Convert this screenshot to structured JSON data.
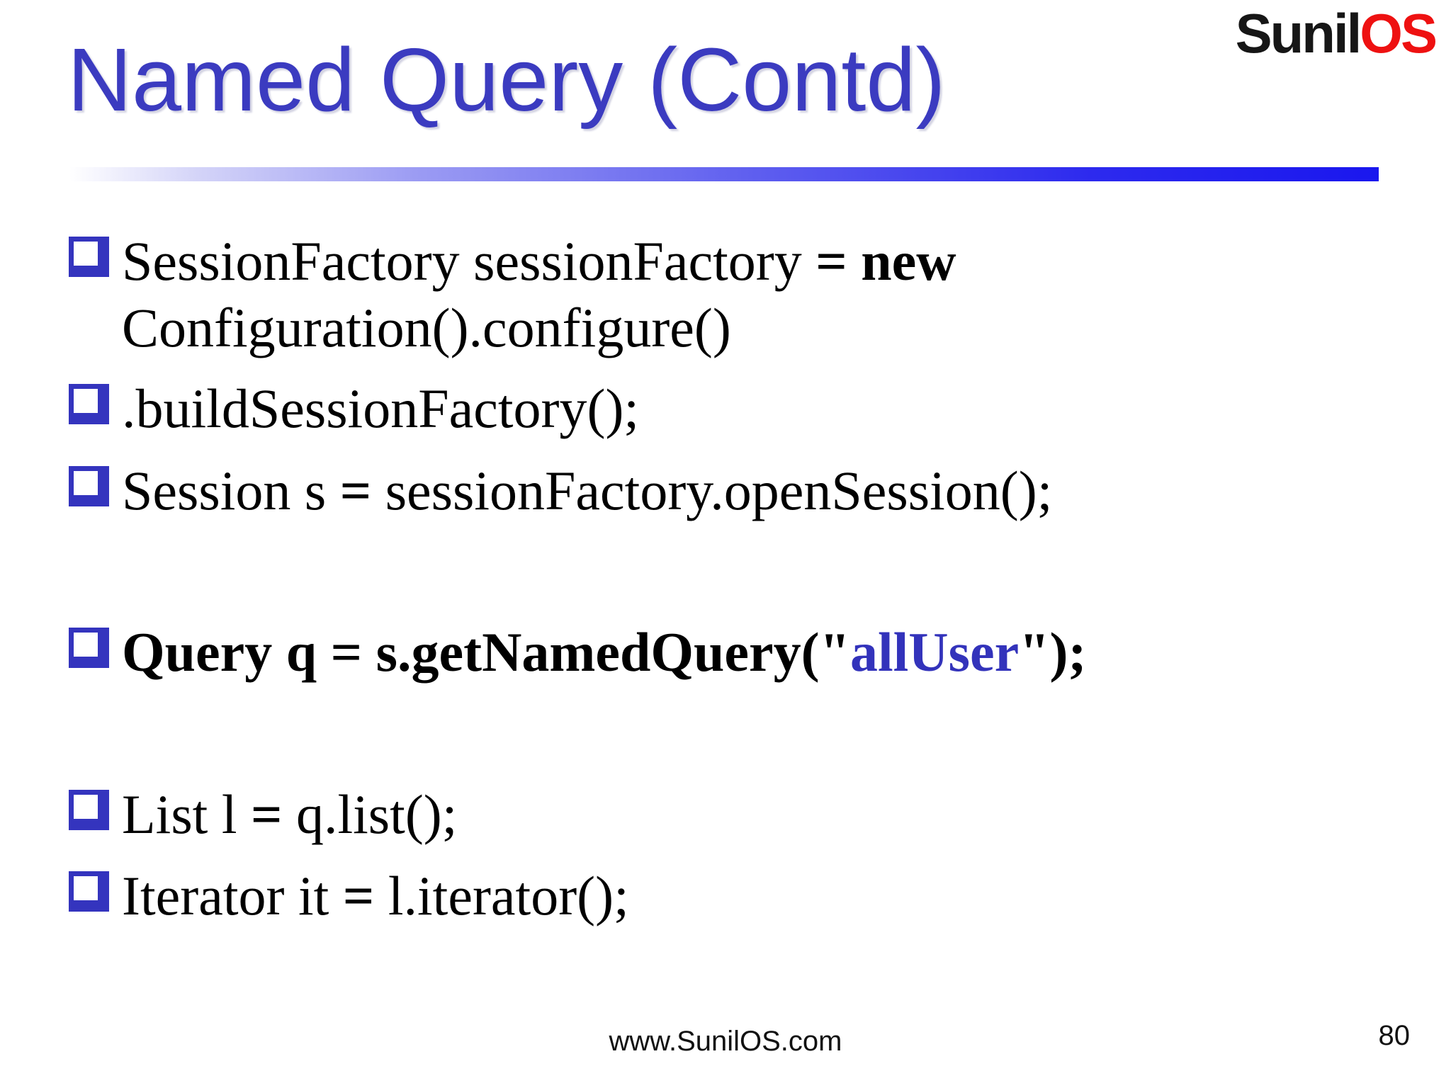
{
  "title": "Named Query (Contd)",
  "logo": {
    "part1": "Sunil",
    "part2": "OS"
  },
  "colors": {
    "title-blue": "#3b3bc0",
    "bullet-blue": "#3434be",
    "highlight-blue": "#3333bb",
    "bar-blue": "#1a17ee",
    "logo-black": "#161616",
    "logo-red": "#ee1111",
    "text-black": "#000000"
  },
  "content": {
    "bullets": [
      {
        "s1": "SessionFactory sessionFactory ",
        "s2_bold": "= new",
        "line2": "Configuration().configure()"
      },
      {
        "text": ".buildSessionFactory();"
      },
      {
        "s1": "Session s ",
        "eq": "=",
        "s2": " sessionFactory.openSession();"
      },
      {
        "s1": "Query q = s.getNamedQuery(\"",
        "highlight": "allUser",
        "s3": "\");"
      },
      {
        "s1": "List l ",
        "eq": "=",
        "s2": " q.list();"
      },
      {
        "s1": "Iterator it ",
        "eq": "=",
        "s2": " l.iterator();"
      }
    ]
  },
  "footer": {
    "url": "www.SunilOS.com",
    "page": "80"
  }
}
